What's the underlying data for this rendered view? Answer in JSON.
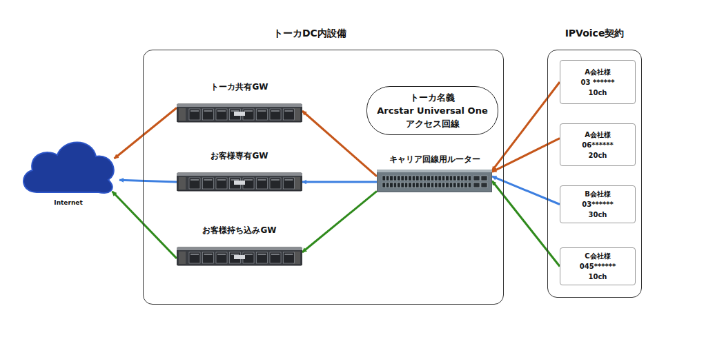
{
  "diagram": {
    "nodes": [
      {
        "text": [
          "Internet"
        ]
      },
      {
        "text": [
          "トーカDC内設備"
        ]
      },
      {
        "text": [
          "トーカ共有GW"
        ],
        "in": 1
      },
      {
        "text": [
          "お客様専有GW"
        ],
        "in": 1
      },
      {
        "text": [
          "お客様持ち込みGW"
        ],
        "in": 1
      },
      {
        "text": [
          "トーカ名義",
          "Arcstar Universal One",
          "アクセス回線"
        ],
        "in": 1
      },
      {
        "text": [
          "キャリア回線用ルーター"
        ],
        "in": 1
      },
      {
        "text": [
          "IPVoice契約"
        ]
      },
      {
        "text": [
          "A会社様",
          "03 ******",
          "10ch"
        ],
        "in": 7
      },
      {
        "text": [
          "A会社様",
          "06******",
          "20ch"
        ],
        "in": 7
      },
      {
        "text": [
          "B会社様",
          "03******",
          "30ch"
        ],
        "in": 7
      },
      {
        "text": [
          "C会社様",
          "045******",
          "10ch"
        ],
        "in": 7
      }
    ],
    "edges": [
      {
        "from": 8,
        "to": 6,
        "arrow": "to"
      },
      {
        "from": 9,
        "to": 6,
        "arrow": "to"
      },
      {
        "from": 10,
        "to": 6,
        "arrow": "to"
      },
      {
        "from": 11,
        "to": 6,
        "arrow": "to"
      },
      {
        "from": 6,
        "to": 2,
        "arrow": "to"
      },
      {
        "from": 6,
        "to": 3,
        "arrow": "to"
      },
      {
        "from": 6,
        "to": 4,
        "arrow": "to"
      },
      {
        "from": 2,
        "to": 0,
        "arrow": "to"
      },
      {
        "from": 3,
        "to": 0,
        "arrow": "to"
      },
      {
        "from": 4,
        "to": 0,
        "arrow": "to"
      }
    ]
  }
}
